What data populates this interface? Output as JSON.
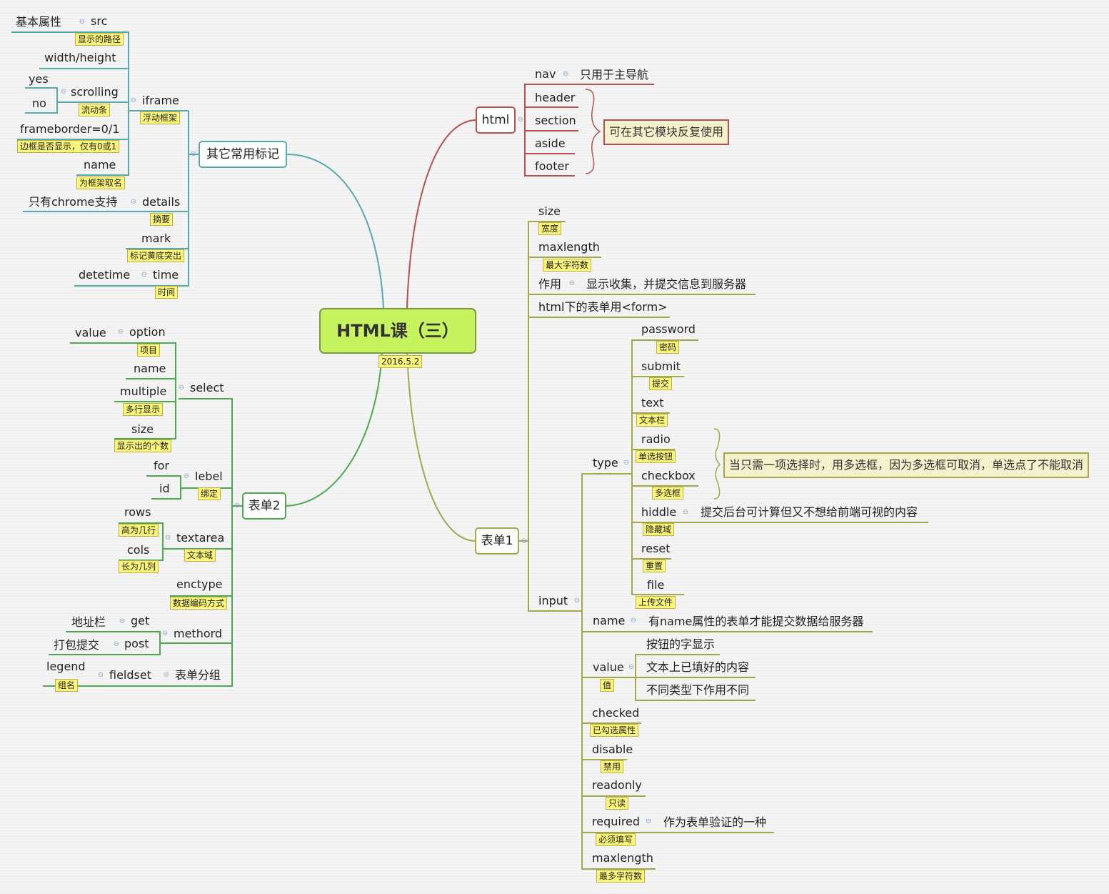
{
  "root": {
    "title": "HTML课（三）",
    "date": "2016.5.2"
  },
  "branches": {
    "html": {
      "label": "html",
      "nav": {
        "label": "nav",
        "desc": "只用于主导航"
      },
      "header": "header",
      "section": "section",
      "aside": "aside",
      "footer": "footer",
      "callout": "可在其它模块反复使用"
    },
    "other": {
      "label": "其它常用标记",
      "iframe": {
        "label": "iframe",
        "note": "浮动框架"
      },
      "src": {
        "label": "src",
        "note": "显示的路径",
        "left": "基本属性"
      },
      "width_height": "width/height",
      "scrolling": {
        "label": "scrolling",
        "note": "流动条",
        "yes": "yes",
        "no": "no"
      },
      "frameborder": {
        "label": "frameborder=0/1",
        "note": "边框是否显示，仅有0或1"
      },
      "name": {
        "label": "name",
        "note": "为框架取名"
      },
      "details": {
        "label": "details",
        "note": "摘要",
        "left": "只有chrome支持"
      },
      "mark": {
        "label": "mark",
        "note": "标记黄底突出"
      },
      "time": {
        "label": "time",
        "note": "时间",
        "left": "detetime"
      }
    },
    "form2": {
      "label": "表单2",
      "select": {
        "label": "select"
      },
      "option": {
        "label": "option",
        "note": "项目",
        "left": "value"
      },
      "name": "name",
      "multiple": {
        "label": "multiple",
        "note": "多行显示"
      },
      "size": {
        "label": "size",
        "note": "显示出的个数"
      },
      "lebel": {
        "label": "lebel",
        "note": "绑定",
        "for": "for",
        "id": "id"
      },
      "textarea": {
        "label": "textarea",
        "note": "文本域"
      },
      "rows": {
        "label": "rows",
        "note": "高为几行"
      },
      "cols": {
        "label": "cols",
        "note": "长为几列"
      },
      "enctype": {
        "label": "enctype",
        "note": "数据编码方式"
      },
      "methord": {
        "label": "methord"
      },
      "get": {
        "label": "get",
        "left": "地址栏"
      },
      "post": {
        "label": "post",
        "left": "打包提交"
      },
      "fieldset": {
        "label": "fieldset",
        "right": "表单分组"
      },
      "legend": {
        "label": "legend",
        "note": "组名"
      }
    },
    "form1": {
      "label": "表单1",
      "size": {
        "label": "size",
        "note": "宽度"
      },
      "maxlength": {
        "label": "maxlength",
        "note": "最大字符数"
      },
      "purpose": {
        "label": "作用",
        "desc": "显示收集，并提交信息到服务器"
      },
      "form_tag": "html下的表单用<form>",
      "input": "input",
      "type": "type",
      "password": {
        "label": "password",
        "note": "密码"
      },
      "submit": {
        "label": "submit",
        "note": "提交"
      },
      "text": {
        "label": "text",
        "note": "文本栏"
      },
      "radio": {
        "label": "radio",
        "note": "单选按钮"
      },
      "checkbox": {
        "label": "checkbox",
        "note": "多选框"
      },
      "radio_callout": "当只需一项选择时，用多选框，因为多选框可取消，单选点了不能取消",
      "hiddle": {
        "label": "hiddle",
        "note": "隐藏域",
        "desc": "提交后台可计算但又不想给前端可视的内容"
      },
      "reset": {
        "label": "reset",
        "note": "重置"
      },
      "file": {
        "label": "file",
        "note": "上传文件"
      },
      "name": {
        "label": "name",
        "desc": "有name属性的表单才能提交数据给服务器"
      },
      "value": {
        "label": "value",
        "note": "值",
        "d1": "按钮的字显示",
        "d2": "文本上已填好的内容",
        "d3": "不同类型下作用不同"
      },
      "checked": {
        "label": "checked",
        "note": "已勾选属性"
      },
      "disable": {
        "label": "disable",
        "note": "禁用"
      },
      "readonly": {
        "label": "readonly",
        "note": "只读"
      },
      "required": {
        "label": "required",
        "note": "必须填写",
        "desc": "作为表单验证的一种"
      },
      "maxlength2": {
        "label": "maxlength",
        "note": "最多字符数"
      }
    }
  },
  "colors": {
    "html": "#b5524f",
    "other": "#5aa9a9",
    "form2": "#4caa4c",
    "form1": "#a5a84a",
    "root": "#c6f35e"
  }
}
